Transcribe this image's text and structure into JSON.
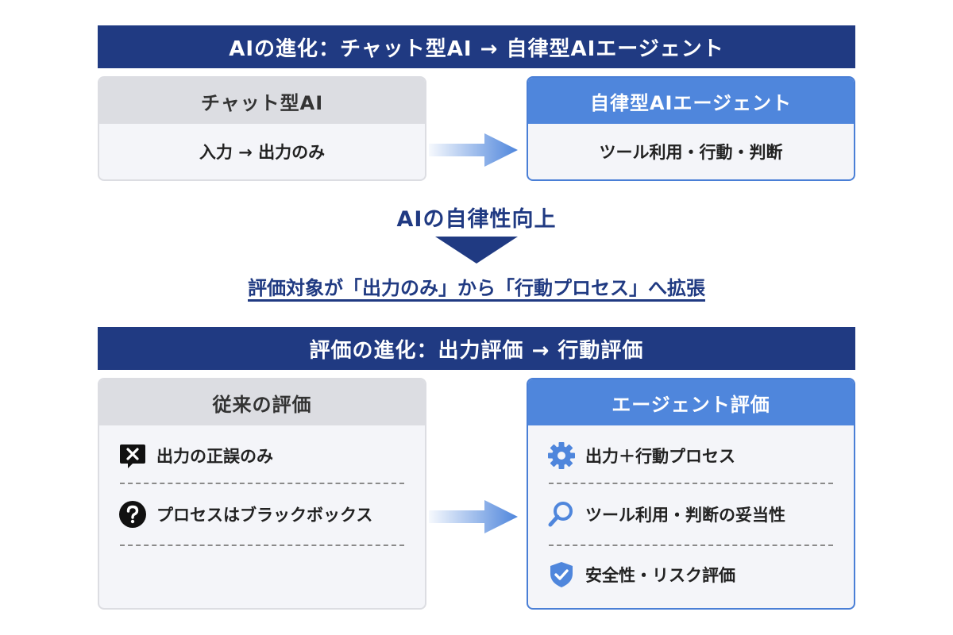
{
  "section1": {
    "banner": "AIの進化：チャット型AI → 自律型AIエージェント",
    "old_card": {
      "title": "チャット型AI",
      "body": "入力 → 出力のみ"
    },
    "new_card": {
      "title": "自律型AIエージェント",
      "body": "ツール利用・行動・判断"
    }
  },
  "transition": {
    "label": "AIの自律性向上",
    "summary": "評価対象が「出力のみ」から「行動プロセス」へ拡張"
  },
  "section2": {
    "banner": "評価の進化：出力評価 → 行動評価",
    "old_card": {
      "title": "従来の評価",
      "items": [
        {
          "icon": "x-bubble-icon",
          "text": "出力の正誤のみ"
        },
        {
          "icon": "question-icon",
          "text": "プロセスはブラックボックス"
        }
      ]
    },
    "new_card": {
      "title": "エージェント評価",
      "items": [
        {
          "icon": "gear-icon",
          "text": "出力＋行動プロセス"
        },
        {
          "icon": "magnifier-icon",
          "text": "ツール利用・判断の妥当性"
        },
        {
          "icon": "shield-check-icon",
          "text": "安全性・リスク評価"
        }
      ]
    }
  },
  "colors": {
    "navy": "#203a82",
    "accent_blue": "#4f86dc",
    "grey_header": "#dcdde2",
    "card_bg": "#f4f5f9"
  }
}
